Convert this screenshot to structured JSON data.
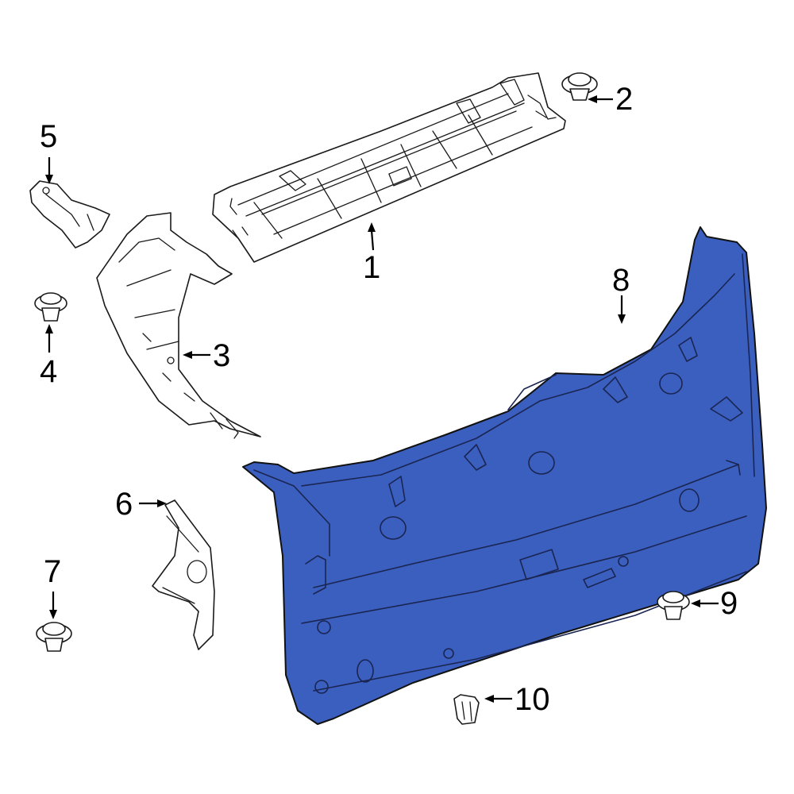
{
  "diagram": {
    "fill_color": "#3b5fbf",
    "line_color": "#1a1a1a",
    "callouts": [
      {
        "id": "1",
        "label": "1"
      },
      {
        "id": "2",
        "label": "2"
      },
      {
        "id": "3",
        "label": "3"
      },
      {
        "id": "4",
        "label": "4"
      },
      {
        "id": "5",
        "label": "5"
      },
      {
        "id": "6",
        "label": "6"
      },
      {
        "id": "7",
        "label": "7"
      },
      {
        "id": "8",
        "label": "8"
      },
      {
        "id": "9",
        "label": "9"
      },
      {
        "id": "10",
        "label": "10"
      }
    ]
  }
}
